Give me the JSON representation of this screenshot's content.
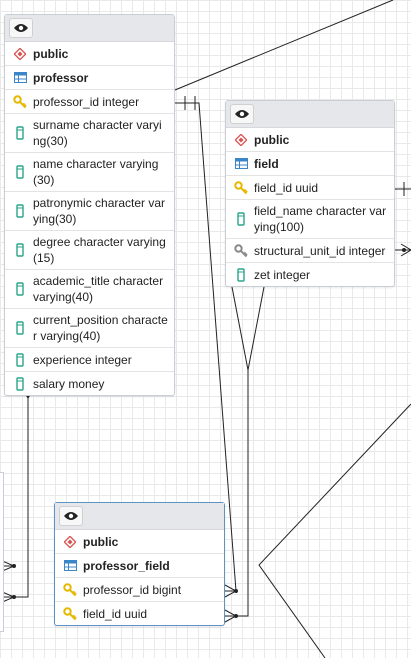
{
  "tables": [
    {
      "schema": "public",
      "name": "professor",
      "columns": [
        {
          "key": "pk",
          "text": "professor_id integer"
        },
        {
          "key": "col",
          "text": "surname character varying(30)"
        },
        {
          "key": "col",
          "text": "name character varying(30)"
        },
        {
          "key": "col",
          "text": "patronymic character varying(30)"
        },
        {
          "key": "col",
          "text": "degree character varying(15)"
        },
        {
          "key": "col",
          "text": "academic_title character varying(40)"
        },
        {
          "key": "col",
          "text": "current_position character varying(40)"
        },
        {
          "key": "col",
          "text": "experience integer"
        },
        {
          "key": "col",
          "text": "salary money"
        }
      ]
    },
    {
      "schema": "public",
      "name": "field",
      "columns": [
        {
          "key": "pk",
          "text": "field_id uuid"
        },
        {
          "key": "col",
          "text": "field_name character varying(100)"
        },
        {
          "key": "fk",
          "text": "structural_unit_id integer"
        },
        {
          "key": "col",
          "text": "zet integer"
        }
      ]
    },
    {
      "schema": "public",
      "name": "professor_field",
      "columns": [
        {
          "key": "pk",
          "text": "professor_id bigint"
        },
        {
          "key": "pk",
          "text": "field_id uuid"
        }
      ]
    }
  ],
  "colors": {
    "pk": "#e6b800",
    "fk": "#8a8a8a",
    "column": "#2aa58a",
    "schema": "#d9534f",
    "table_icon": "#3b86c8"
  }
}
